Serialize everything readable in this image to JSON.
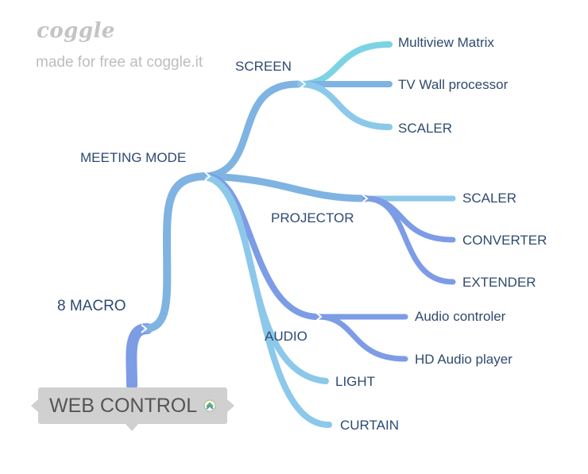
{
  "brand": {
    "logo": "coggle",
    "tagline": "made for free at coggle.it"
  },
  "colors": {
    "blue": "#7fb3e2",
    "periwinkle": "#7d9ce6",
    "cyan": "#7cd3e4",
    "sky": "#8cc8ea",
    "root_bg": "#d0d0d0"
  },
  "root": {
    "label": "WEB CONTROL",
    "icon": "link-icon"
  },
  "nodes": {
    "macro": "8 MACRO",
    "meeting": "MEETING MODE",
    "screen": "SCREEN",
    "multiview": "Multiview Matrix",
    "tvwall": "TV Wall processor",
    "scaler1": "SCALER",
    "projector": "PROJECTOR",
    "scaler2": "SCALER",
    "converter": "CONVERTER",
    "extender": "EXTENDER",
    "audio": "AUDIO",
    "audio_ctrl": "Audio controler",
    "hd_audio": "HD Audio player",
    "light": "LIGHT",
    "curtain": "CURTAIN"
  }
}
